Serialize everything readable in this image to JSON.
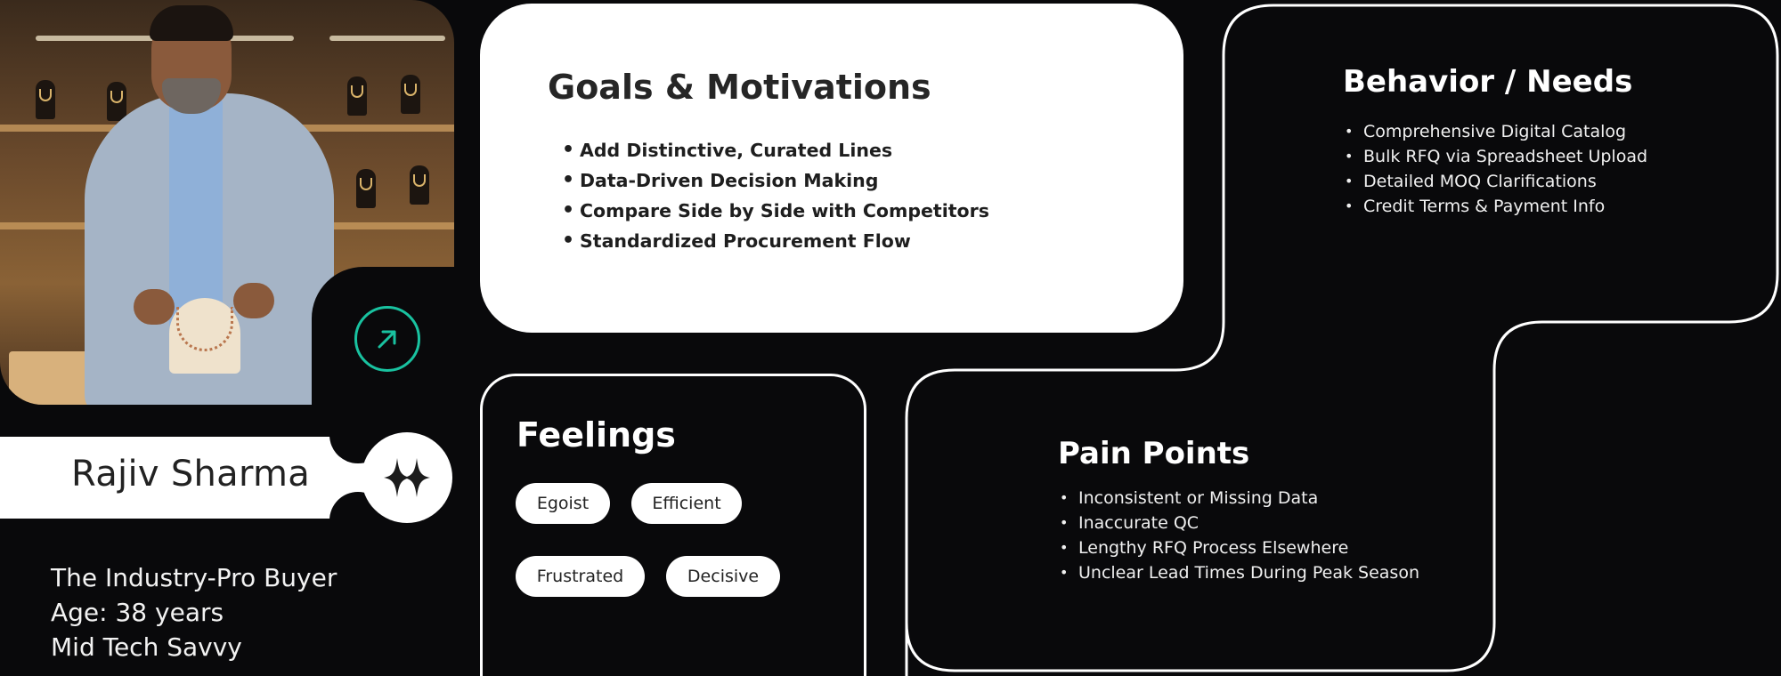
{
  "persona": {
    "name": "Rajiv Sharma",
    "role": "The Industry-Pro Buyer",
    "age": "Age: 38 years",
    "tech": "Mid Tech Savvy"
  },
  "icons": {
    "arrow": "arrow-up-right-icon",
    "sparkle": "sparkle-icon"
  },
  "colors": {
    "background": "#09090b",
    "accent": "#19c2a0",
    "card": "#ffffff"
  },
  "goals": {
    "title": "Goals & Motivations",
    "items": [
      "Add Distinctive, Curated Lines",
      "Data-Driven Decision Making",
      "Compare Side by Side with Competitors",
      "Standardized Procurement Flow"
    ]
  },
  "behavior": {
    "title": "Behavior / Needs",
    "items": [
      "Comprehensive Digital Catalog",
      "Bulk RFQ via Spreadsheet Upload",
      "Detailed MOQ Clarifications",
      "Credit Terms & Payment Info"
    ]
  },
  "feelings": {
    "title": "Feelings",
    "chips": [
      "Egoist",
      "Efficient",
      "Frustrated",
      "Decisive"
    ]
  },
  "pain": {
    "title": "Pain Points",
    "items": [
      "Inconsistent or Missing Data",
      "Inaccurate QC",
      "Lengthy RFQ Process Elsewhere",
      "Unclear Lead Times During Peak Season"
    ]
  }
}
